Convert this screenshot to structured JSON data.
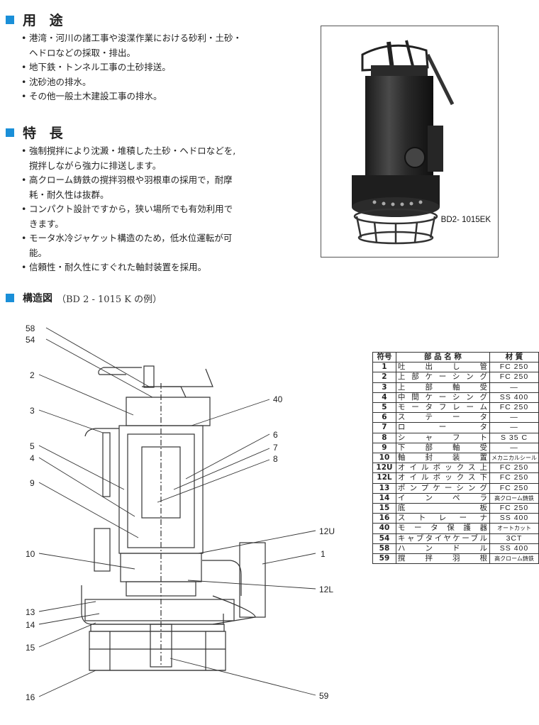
{
  "usage": {
    "title": "用 途",
    "items": [
      "港湾・河川の諸工事や浚渫作業における砂利・土砂・",
      "ヘドロなどの採取・排出。",
      "地下鉄・トンネル工事の土砂排送。",
      "沈砂池の排水。",
      "その他一般土木建設工事の排水。"
    ]
  },
  "features": {
    "title": "特 長",
    "items": [
      "強制撹拌により沈澱・堆積した土砂・ヘドロなどを,",
      "撹拌しながら強力に排送します。",
      "高クローム鋳鉄の撹拌羽根や羽根車の採用で，耐摩",
      "耗・耐久性は抜群。",
      "コンパクト設計ですから，狭い場所でも有効利用で",
      "きます。",
      "モータ水冷ジャケット構造のため，低水位運転が可",
      "能。",
      "信頼性・耐久性にすぐれた軸封装置を採用。"
    ]
  },
  "photo": {
    "model_label": "BD2- 1015EK"
  },
  "structure": {
    "title": "構造図",
    "subtitle": "（BD 2 - 1015 K の例）"
  },
  "parts_table": {
    "headers": [
      "符号",
      "部 品 名 称",
      "材 質"
    ],
    "rows": [
      [
        "1",
        "吐出し管",
        "FC 250"
      ],
      [
        "2",
        "上部ケーシング",
        "FC 250"
      ],
      [
        "3",
        "上部軸受",
        "—"
      ],
      [
        "4",
        "中間ケーシング",
        "SS 400"
      ],
      [
        "5",
        "モータフレーム",
        "FC 250"
      ],
      [
        "6",
        "ステータ",
        "—"
      ],
      [
        "7",
        "ロータ",
        "—"
      ],
      [
        "8",
        "シャフト",
        "S 35 C"
      ],
      [
        "9",
        "下部軸受",
        "—"
      ],
      [
        "10",
        "軸封装置",
        "メカニカルシール"
      ],
      [
        "12U",
        "オイルボックス上",
        "FC 250"
      ],
      [
        "12L",
        "オイルボックス下",
        "FC 250"
      ],
      [
        "13",
        "ポンプケーシング",
        "FC 250"
      ],
      [
        "14",
        "インペラ",
        "高クローム鋳鉄"
      ],
      [
        "15",
        "底板",
        "FC 250"
      ],
      [
        "16",
        "ストレーナ",
        "SS 400"
      ],
      [
        "40",
        "モータ保護器",
        "オートカット"
      ],
      [
        "54",
        "キャブタイヤケーブル",
        "3CT"
      ],
      [
        "58",
        "ハンドル",
        "SS 400"
      ],
      [
        "59",
        "撹拌羽根",
        "高クローム鋳鉄"
      ]
    ]
  },
  "callouts": [
    "58",
    "54",
    "2",
    "3",
    "5",
    "4",
    "9",
    "10",
    "13",
    "14",
    "15",
    "16",
    "40",
    "6",
    "7",
    "8",
    "12U",
    "1",
    "12L",
    "59"
  ]
}
